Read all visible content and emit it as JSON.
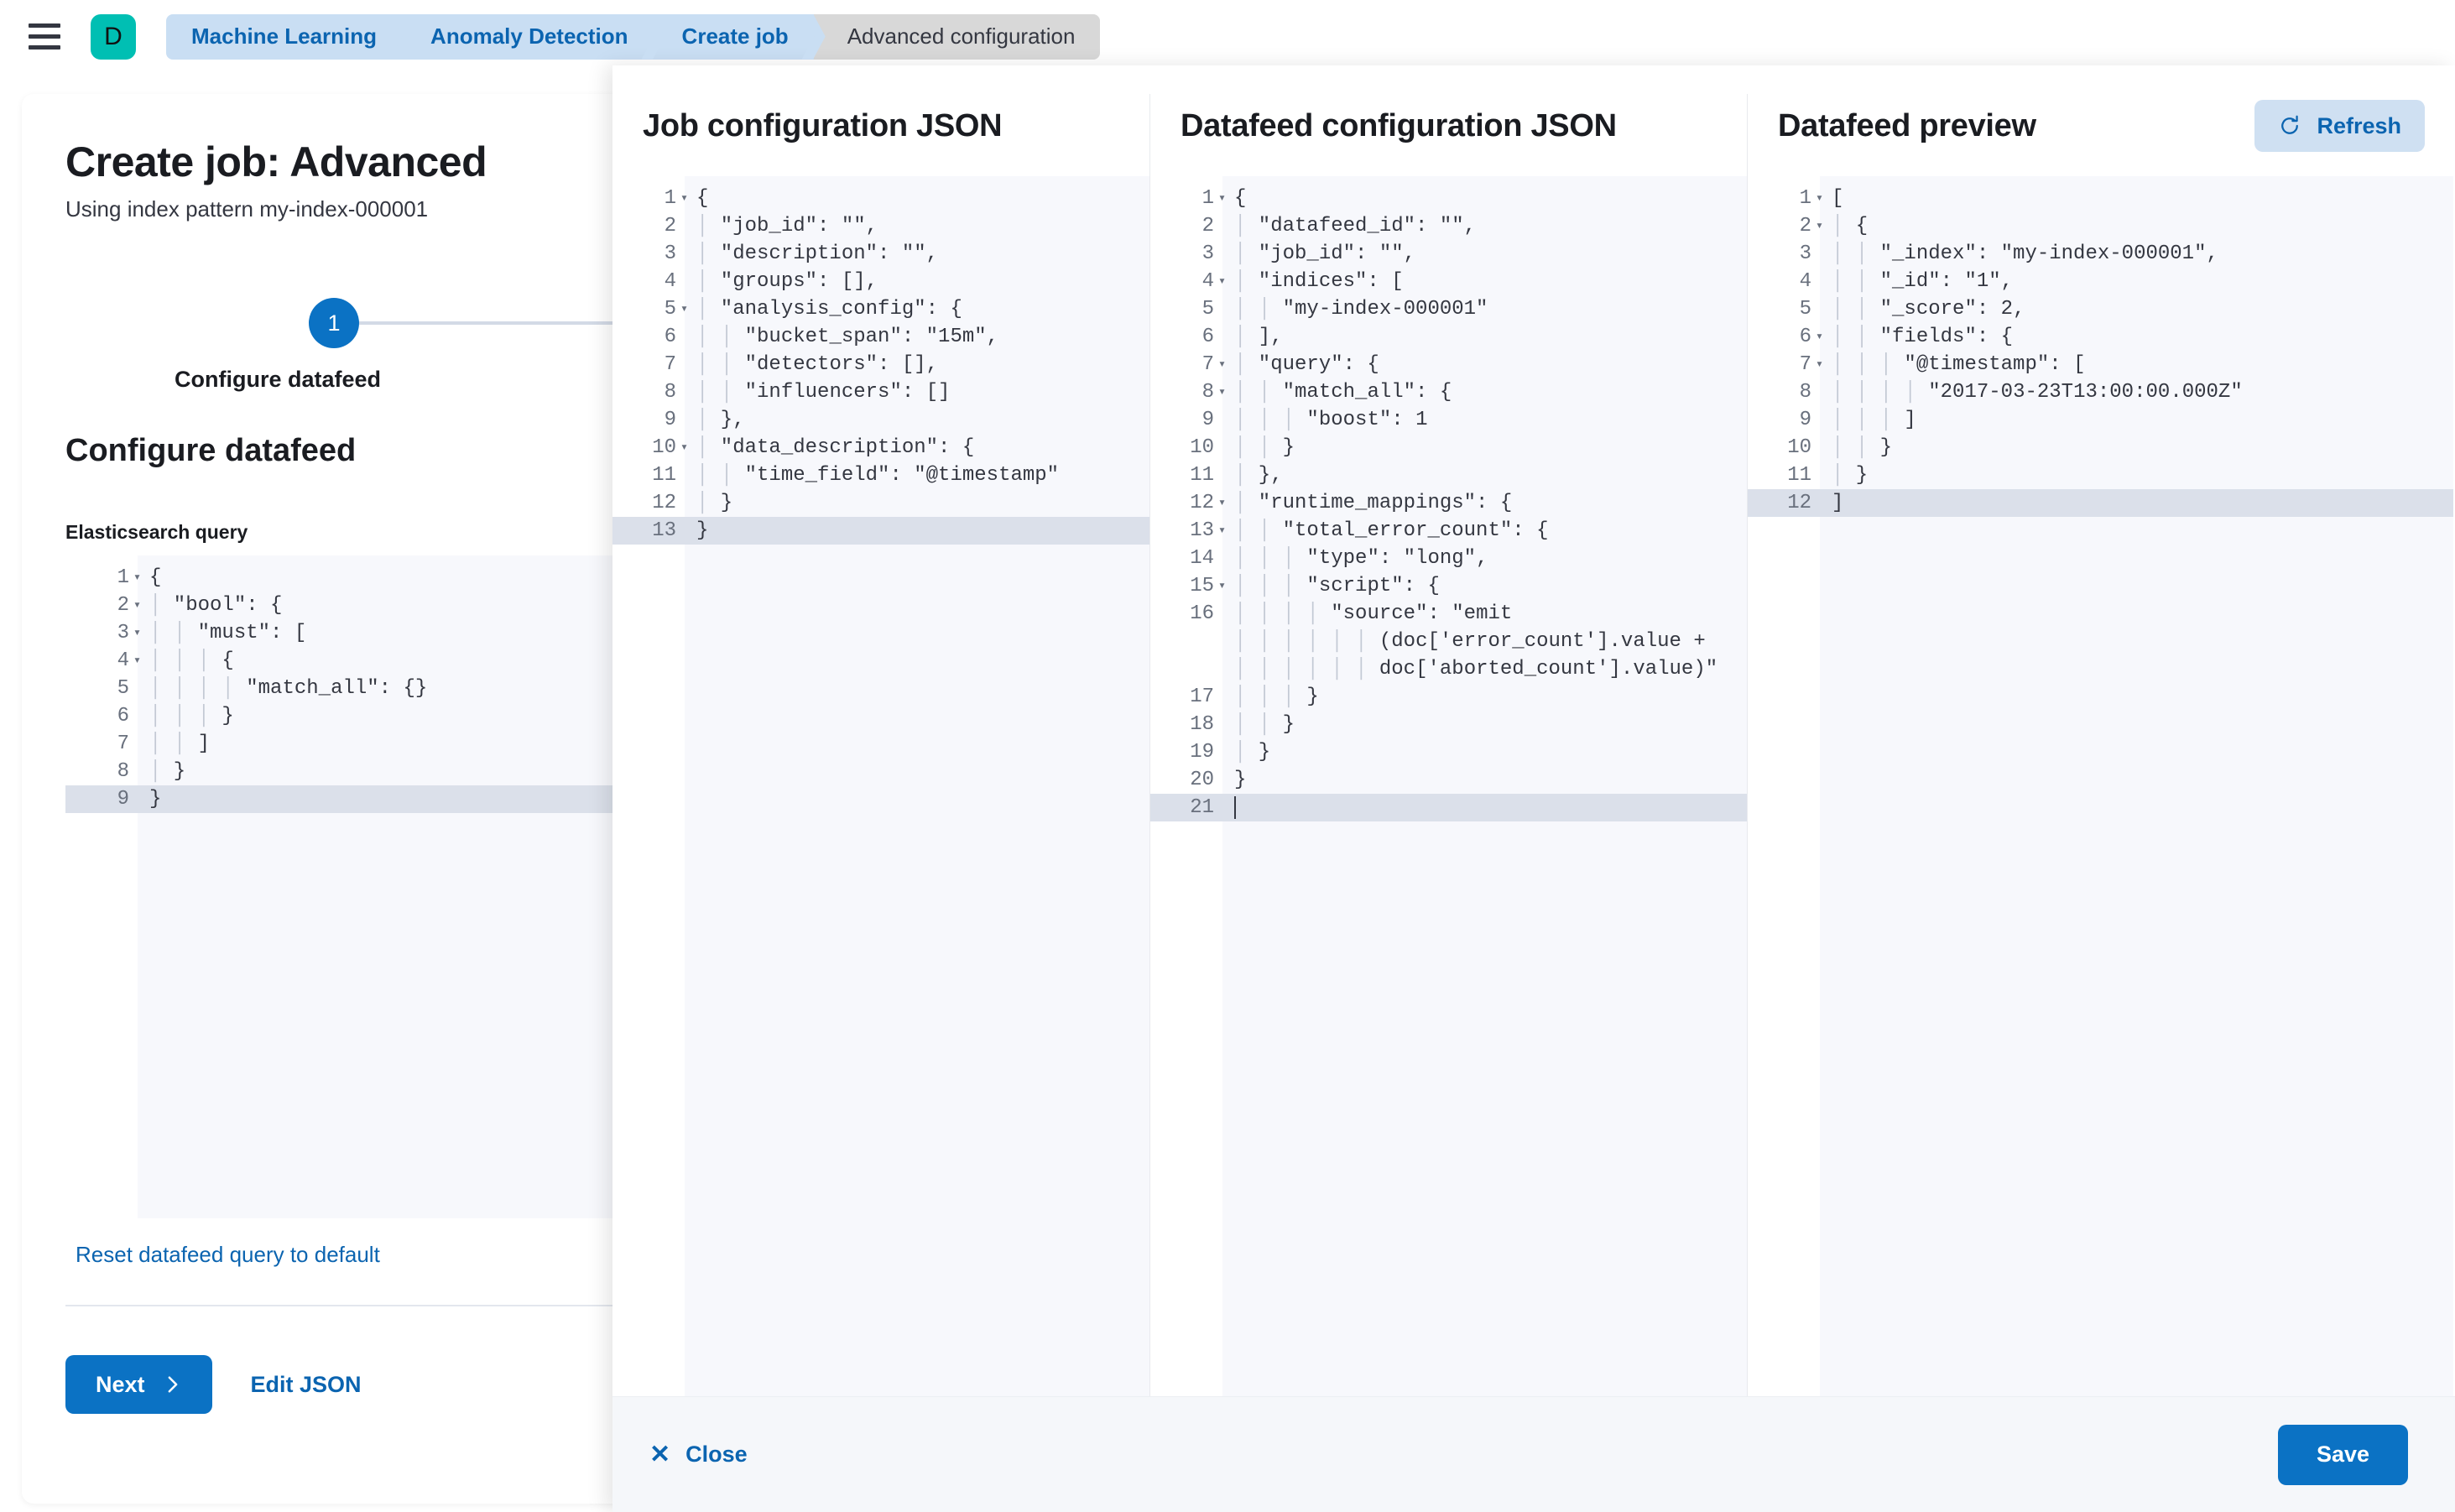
{
  "topbar": {
    "menu_icon": "hamburger-icon",
    "logo_letter": "D",
    "breadcrumbs": [
      {
        "label": "Machine Learning",
        "active": false
      },
      {
        "label": "Anomaly Detection",
        "active": false
      },
      {
        "label": "Create job",
        "active": false
      },
      {
        "label": "Advanced configuration",
        "active": true
      }
    ]
  },
  "page": {
    "title": "Create job: Advanced",
    "subtitle": "Using index pattern my-index-000001",
    "step_number": "1",
    "step_label": "Configure datafeed",
    "section_title": "Configure datafeed",
    "query_field_label": "Elasticsearch query",
    "reset_link": "Reset datafeed query to default",
    "next_label": "Next",
    "next_icon": "chevron-right-icon",
    "edit_json_label": "Edit JSON"
  },
  "es_query_editor": {
    "lines": [
      {
        "no": "1",
        "fold": true,
        "text": "{"
      },
      {
        "no": "2",
        "fold": true,
        "text": "  \"bool\": {"
      },
      {
        "no": "3",
        "fold": true,
        "text": "    \"must\": ["
      },
      {
        "no": "4",
        "fold": true,
        "text": "      {"
      },
      {
        "no": "5",
        "fold": false,
        "text": "        \"match_all\": {}"
      },
      {
        "no": "6",
        "fold": false,
        "text": "      }"
      },
      {
        "no": "7",
        "fold": false,
        "text": "    ]"
      },
      {
        "no": "8",
        "fold": false,
        "text": "  }"
      },
      {
        "no": "9",
        "fold": false,
        "text": "}",
        "active": true
      }
    ]
  },
  "job_config_panel": {
    "title": "Job configuration JSON",
    "lines": [
      {
        "no": "1",
        "fold": true,
        "text": "{"
      },
      {
        "no": "2",
        "fold": false,
        "text": "  \"job_id\": \"\","
      },
      {
        "no": "3",
        "fold": false,
        "text": "  \"description\": \"\","
      },
      {
        "no": "4",
        "fold": false,
        "text": "  \"groups\": [],"
      },
      {
        "no": "5",
        "fold": true,
        "text": "  \"analysis_config\": {"
      },
      {
        "no": "6",
        "fold": false,
        "text": "    \"bucket_span\": \"15m\","
      },
      {
        "no": "7",
        "fold": false,
        "text": "    \"detectors\": [],"
      },
      {
        "no": "8",
        "fold": false,
        "text": "    \"influencers\": []"
      },
      {
        "no": "9",
        "fold": false,
        "text": "  },"
      },
      {
        "no": "10",
        "fold": true,
        "text": "  \"data_description\": {"
      },
      {
        "no": "11",
        "fold": false,
        "text": "    \"time_field\": \"@timestamp\""
      },
      {
        "no": "12",
        "fold": false,
        "text": "  }"
      },
      {
        "no": "13",
        "fold": false,
        "text": "}",
        "active": true
      }
    ]
  },
  "datafeed_config_panel": {
    "title": "Datafeed configuration JSON",
    "lines": [
      {
        "no": "1",
        "fold": true,
        "text": "{"
      },
      {
        "no": "2",
        "fold": false,
        "text": "  \"datafeed_id\": \"\","
      },
      {
        "no": "3",
        "fold": false,
        "text": "  \"job_id\": \"\","
      },
      {
        "no": "4",
        "fold": true,
        "text": "  \"indices\": ["
      },
      {
        "no": "5",
        "fold": false,
        "text": "    \"my-index-000001\""
      },
      {
        "no": "6",
        "fold": false,
        "text": "  ],"
      },
      {
        "no": "7",
        "fold": true,
        "text": "  \"query\": {"
      },
      {
        "no": "8",
        "fold": true,
        "text": "    \"match_all\": {"
      },
      {
        "no": "9",
        "fold": false,
        "text": "      \"boost\": 1"
      },
      {
        "no": "10",
        "fold": false,
        "text": "    }"
      },
      {
        "no": "11",
        "fold": false,
        "text": "  },"
      },
      {
        "no": "12",
        "fold": true,
        "text": "  \"runtime_mappings\": {"
      },
      {
        "no": "13",
        "fold": true,
        "text": "    \"total_error_count\": {"
      },
      {
        "no": "14",
        "fold": false,
        "text": "      \"type\": \"long\","
      },
      {
        "no": "15",
        "fold": true,
        "text": "      \"script\": {"
      },
      {
        "no": "16",
        "fold": false,
        "text": "        \"source\": \"emit(doc['error_count'].value + doc['aborted_count'].value)\"",
        "wrap": true
      },
      {
        "no": "17",
        "fold": false,
        "text": "      }"
      },
      {
        "no": "18",
        "fold": false,
        "text": "    }"
      },
      {
        "no": "19",
        "fold": false,
        "text": "  }"
      },
      {
        "no": "20",
        "fold": false,
        "text": "}"
      },
      {
        "no": "21",
        "fold": false,
        "text": "",
        "active": true,
        "cursor": true
      }
    ]
  },
  "datafeed_preview_panel": {
    "title": "Datafeed preview",
    "refresh_label": "Refresh",
    "refresh_icon": "refresh-icon",
    "lines": [
      {
        "no": "1",
        "fold": true,
        "text": "["
      },
      {
        "no": "2",
        "fold": true,
        "text": "  {"
      },
      {
        "no": "3",
        "fold": false,
        "text": "    \"_index\": \"my-index-000001\","
      },
      {
        "no": "4",
        "fold": false,
        "text": "    \"_id\": \"1\","
      },
      {
        "no": "5",
        "fold": false,
        "text": "    \"_score\": 2,"
      },
      {
        "no": "6",
        "fold": true,
        "text": "    \"fields\": {"
      },
      {
        "no": "7",
        "fold": true,
        "text": "      \"@timestamp\": ["
      },
      {
        "no": "8",
        "fold": false,
        "text": "        \"2017-03-23T13:00:00.000Z\""
      },
      {
        "no": "9",
        "fold": false,
        "text": "      ]"
      },
      {
        "no": "10",
        "fold": false,
        "text": "    }"
      },
      {
        "no": "11",
        "fold": false,
        "text": "  }"
      },
      {
        "no": "12",
        "fold": false,
        "text": "]",
        "active": true
      }
    ]
  },
  "footer": {
    "close_label": "Close",
    "close_icon": "close-icon",
    "save_label": "Save"
  },
  "colors": {
    "brand_teal": "#00BFB3",
    "primary_blue": "#0b72c4",
    "link_blue": "#0b64b0",
    "breadcrumb_blue": "#c9def3",
    "breadcrumb_active": "#d8d8d8",
    "editor_bg": "#f7f8fc",
    "editor_active_line": "#dbe0ea",
    "json_key": "#0a7bb5",
    "json_string": "#137a39"
  }
}
